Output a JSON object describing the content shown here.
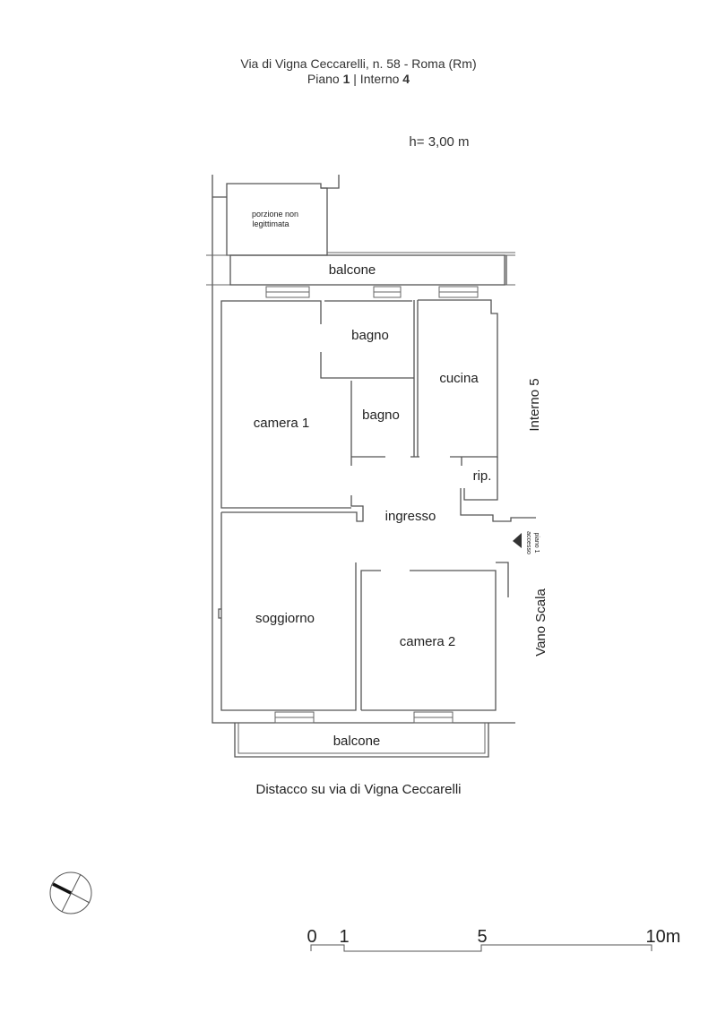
{
  "header": {
    "address": "Via di Vigna Ceccarelli, n. 58 - Roma (Rm)",
    "floor_prefix": "Piano ",
    "floor_number": "1",
    "separator": " | Interno ",
    "unit_number": "4",
    "height": "h= 3,00 m"
  },
  "plan": {
    "hatched_area": "porzione non legittimata",
    "hatched_area_line1": "porzione non",
    "hatched_area_line2": "legittimata",
    "rooms": {
      "balcone_top": "balcone",
      "bagno_1": "bagno",
      "bagno_2": "bagno",
      "cucina": "cucina",
      "camera_1": "camera 1",
      "rip": "rip.",
      "ingresso": "ingresso",
      "soggiorno": "soggiorno",
      "camera_2": "camera 2",
      "balcone_bottom": "balcone"
    },
    "neighbor": "Interno 5",
    "stairwell": "Vano Scala",
    "access_line1": "accesso",
    "access_line2": "piano 1",
    "street_note": "Distacco su via di Vigna Ceccarelli"
  },
  "scale_bar": {
    "labels": [
      "0",
      "1",
      "5",
      "10m"
    ],
    "values_m": [
      0,
      1,
      5,
      10
    ]
  }
}
